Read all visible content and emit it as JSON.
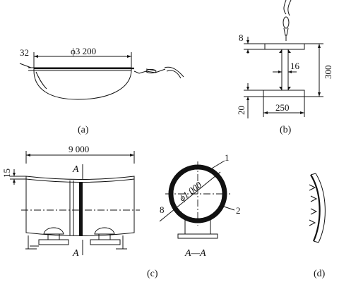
{
  "panels": {
    "a": {
      "caption": "(a)",
      "dim_diameter": "ϕ3 200",
      "dim_thickness": "32"
    },
    "b": {
      "caption": "(b)",
      "dim_top": "8",
      "dim_web": "16",
      "dim_height": "300",
      "dim_bottom": "20",
      "dim_width": "250"
    },
    "c": {
      "caption": "(c)",
      "dim_length": "9 000",
      "dim_left": "15",
      "section_mark": "A",
      "section_title": "A—A",
      "dim_inner_diameter": "ϕ1 000",
      "dim_ring": "8",
      "callout_1": "1",
      "callout_2": "2"
    },
    "d": {
      "caption": "(d)"
    }
  }
}
